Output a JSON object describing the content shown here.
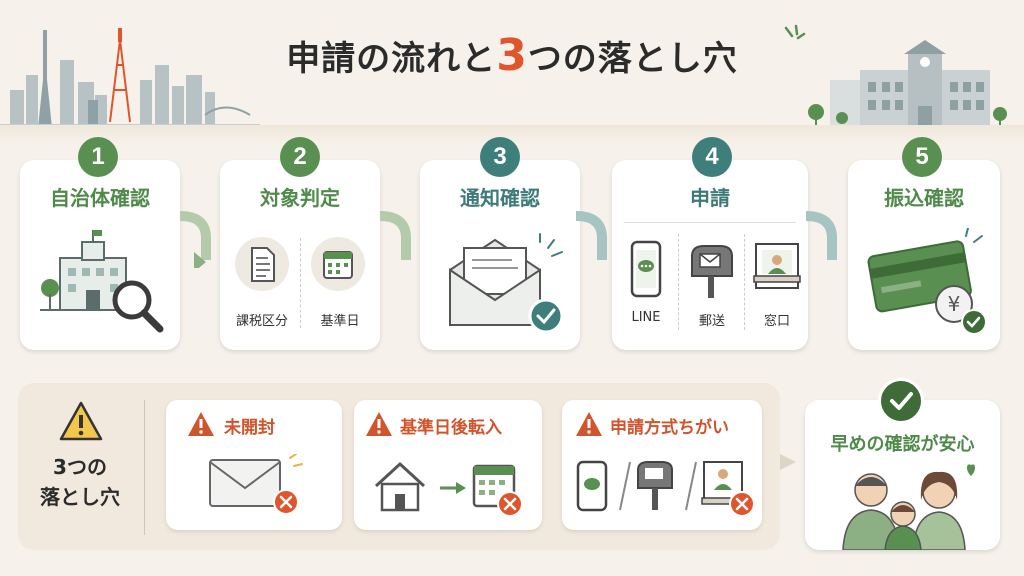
{
  "title": {
    "prefix": "申請の流れと",
    "number": "3",
    "suffix": "つの落とし穴"
  },
  "steps": [
    {
      "num": "1",
      "label": "自治体確認"
    },
    {
      "num": "2",
      "label": "対象判定",
      "items": [
        "課税区分",
        "基準日"
      ]
    },
    {
      "num": "3",
      "label": "通知確認"
    },
    {
      "num": "4",
      "label": "申請",
      "items": [
        "LINE",
        "郵送",
        "窓口"
      ]
    },
    {
      "num": "5",
      "label": "振込確認"
    }
  ],
  "pitfalls": {
    "heading_line1": "3つの",
    "heading_line2": "落とし穴",
    "items": [
      {
        "label": "未開封"
      },
      {
        "label": "基準日後転入"
      },
      {
        "label": "申請方式ちがい"
      }
    ]
  },
  "safe": {
    "label": "早めの確認が安心"
  },
  "colors": {
    "green": "#5a8f52",
    "teal": "#3f7f7b",
    "accent": "#e0552b",
    "warning": "#d0542c"
  }
}
